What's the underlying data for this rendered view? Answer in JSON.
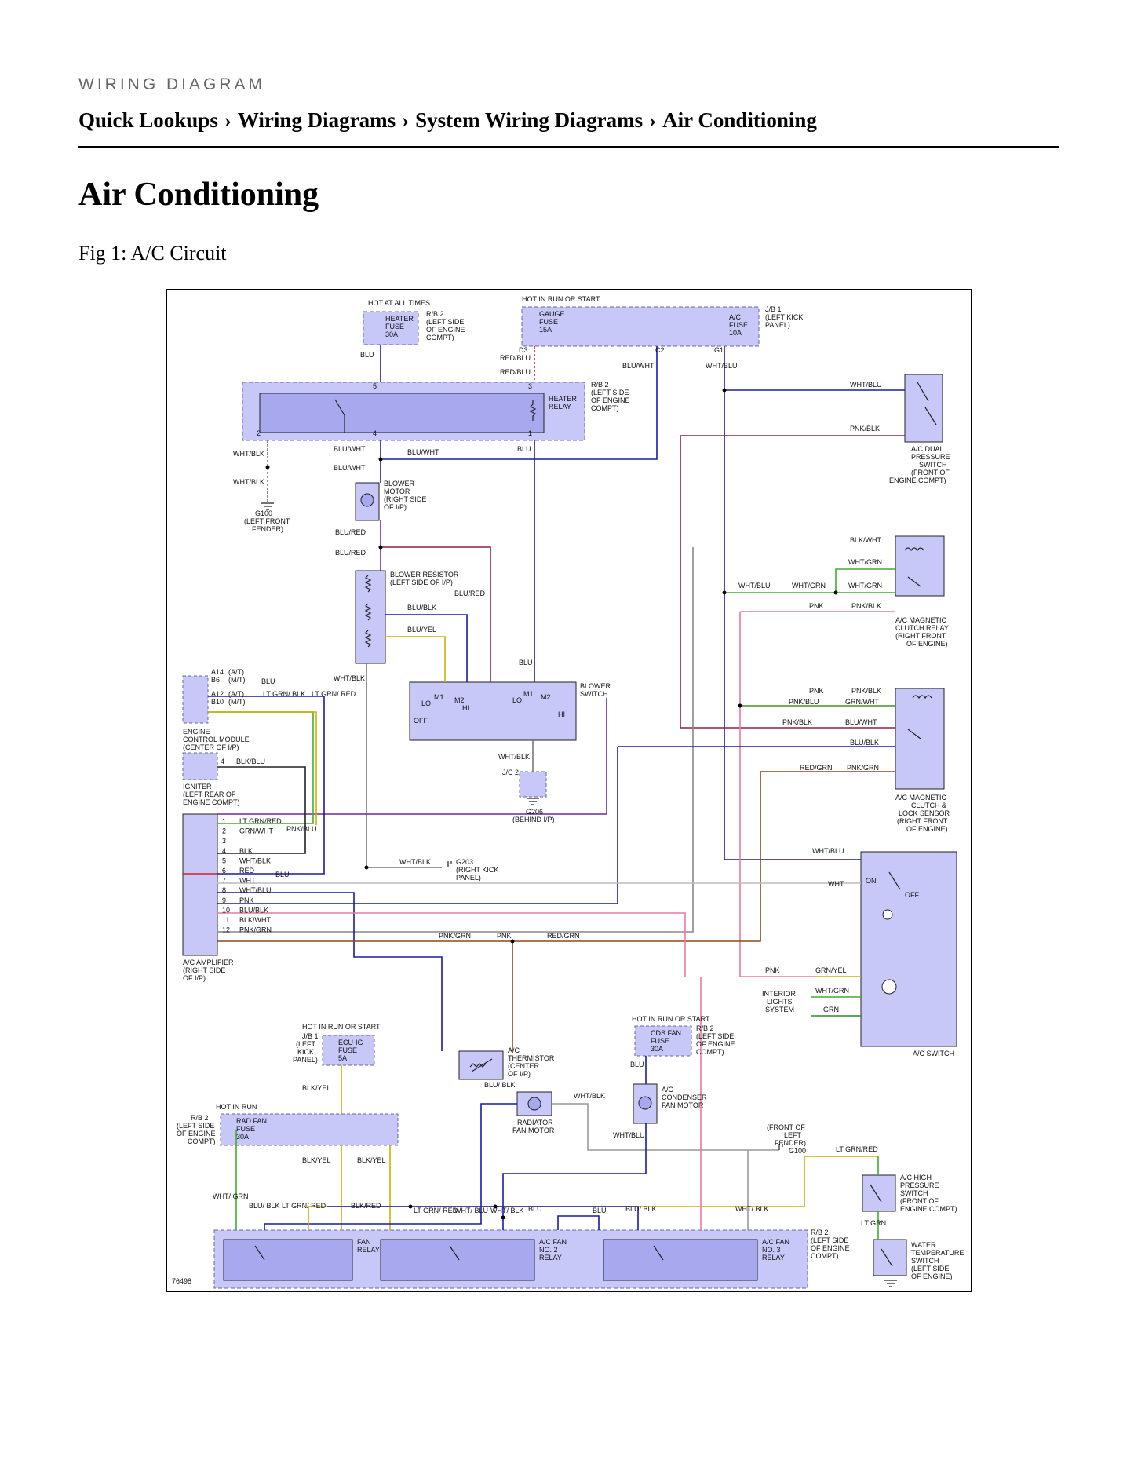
{
  "header": {
    "kicker": "WIRING DIAGRAM",
    "breadcrumb": [
      "Quick Lookups",
      "Wiring Diagrams",
      "System Wiring Diagrams",
      "Air Conditioning"
    ],
    "separator": "›"
  },
  "page": {
    "title": "Air Conditioning",
    "figure_caption": "Fig 1: A/C Circuit",
    "figure_id": "76498"
  },
  "colors": {
    "component_fill": "#c8c8f8",
    "component_fill_dark": "#a8a8ee",
    "wire_blue": "#1a1aa8",
    "wire_red": "#cc2222",
    "wire_green": "#44aa33",
    "wire_pink": "#e87aa0",
    "wire_brown": "#8a4a1a",
    "wire_yellow": "#c8b400",
    "wire_gray": "#888888",
    "wire_purple": "#6a2a9a",
    "wire_maroon": "#8a2240",
    "wire_black": "#222222"
  },
  "labels": {
    "hot_all_times": "HOT AT ALL TIMES",
    "hot_run_start": "HOT IN RUN OR START",
    "hot_run": "HOT IN RUN",
    "rb2_top": [
      "R/B 2",
      "(LEFT SIDE",
      "OF ENGINE",
      "COMPT)"
    ],
    "heater_fuse": [
      "HEATER",
      "FUSE",
      "30A"
    ],
    "gauge_fuse": [
      "GAUGE",
      "FUSE",
      "15A"
    ],
    "ac_fuse": [
      "A/C",
      "FUSE",
      "10A"
    ],
    "jb1": [
      "J/B 1",
      "(LEFT KICK",
      "PANEL)"
    ],
    "heater_relay": [
      "HEATER",
      "RELAY"
    ],
    "rb2_mid": [
      "R/B 2",
      "(LEFT SIDE",
      "OF ENGINE",
      "COMPT)"
    ],
    "blower_motor": [
      "BLOWER",
      "MOTOR",
      "(RIGHT SIDE",
      "OF I/P)"
    ],
    "g100": [
      "G100",
      "(LEFT FRONT",
      "FENDER)"
    ],
    "blower_resistor": [
      "BLOWER RESISTOR",
      "(LEFT SIDE OF I/P)"
    ],
    "blower_switch": [
      "BLOWER",
      "SWITCH"
    ],
    "g206": [
      "G206",
      "(BEHIND I/P)"
    ],
    "jc2": "J/C 2",
    "ecm": [
      "ENGINE",
      "CONTROL MODULE",
      "(CENTER OF I/P)"
    ],
    "igniter": [
      "IGNITER",
      "(LEFT REAR OF",
      "ENGINE COMPT)"
    ],
    "ac_amplifier": [
      "A/C AMPLIFIER",
      "(RIGHT SIDE",
      "OF I/P)"
    ],
    "g203": [
      "G203",
      "(RIGHT KICK",
      "PANEL)"
    ],
    "ac_dual_pressure": [
      "A/C DUAL",
      "PRESSURE",
      "SWITCH",
      "(FRONT OF",
      "ENGINE COMPT)"
    ],
    "mag_clutch_relay": [
      "A/C MAGNETIC",
      "CLUTCH RELAY",
      "(RIGHT FRONT",
      "OF ENGINE)"
    ],
    "mag_clutch_sensor": [
      "A/C MAGNETIC",
      "CLUTCH &",
      "LOCK SENSOR",
      "(RIGHT FRONT",
      "OF ENGINE)"
    ],
    "ac_switch": "A/C SWITCH",
    "switch_on": "ON",
    "switch_off": "OFF",
    "interior_lights": [
      "INTERIOR",
      "LIGHTS",
      "SYSTEM"
    ],
    "ecu_ig_fuse": [
      "ECU-IG",
      "FUSE",
      "5A"
    ],
    "jb1_kick": [
      "J/B 1",
      "(LEFT",
      "KICK",
      "PANEL)"
    ],
    "ac_thermistor": [
      "A/C",
      "THERMISTOR",
      "(CENTER",
      "OF I/P)"
    ],
    "cds_fan_fuse": [
      "CDS FAN",
      "FUSE",
      "30A"
    ],
    "rb2_cds": [
      "R/B 2",
      "(LEFT SIDE",
      "OF ENGINE",
      "COMPT)"
    ],
    "rad_fan_fuse": [
      "RAD FAN",
      "FUSE",
      "30A"
    ],
    "rb2_rad": [
      "R/B 2",
      "(LEFT SIDE",
      "OF ENGINE",
      "COMPT)"
    ],
    "radiator_fan_motor": [
      "RADIATOR",
      "FAN MOTOR"
    ],
    "condenser_fan_motor": [
      "A/C",
      "CONDENSER",
      "FAN MOTOR"
    ],
    "g100_front": [
      "(FRONT OF",
      "LEFT",
      "FENDER)",
      "G100"
    ],
    "ac_high_pressure": [
      "A/C HIGH",
      "PRESSURE",
      "SWITCH",
      "(FRONT OF",
      "ENGINE COMPT)"
    ],
    "water_temp_switch": [
      "WATER",
      "TEMPERATURE",
      "SWITCH",
      "(LEFT SIDE",
      "OF ENGINE)"
    ],
    "fan_relay": [
      "FAN",
      "RELAY"
    ],
    "ac_fan_relay2": [
      "A/C FAN",
      "NO. 2",
      "RELAY"
    ],
    "ac_fan_relay3": [
      "A/C FAN",
      "NO. 3",
      "RELAY"
    ],
    "rb2_bottom": [
      "R/B 2",
      "(LEFT SIDE",
      "OF ENGINE",
      "COMPT)"
    ],
    "ecm_pins": [
      "A14",
      "B6",
      "A12",
      "B10"
    ],
    "ecm_mode": [
      "(A/T)",
      "(M/T)",
      "(A/T)",
      "(M/T)"
    ],
    "lo": "LO",
    "hi": "HI",
    "off": "OFF",
    "m1": "M1",
    "m2": "M2"
  },
  "wire_labels": {
    "blu": "BLU",
    "red_blu": "RED/BLU",
    "blu_wht": "BLU/WHT",
    "wht_blu": "WHT/BLU",
    "wht_blk": "WHT/BLK",
    "blu_red": "BLU/RED",
    "blu_blk": "BLU/BLK",
    "blu_yel": "BLU/YEL",
    "pnk_blk": "PNK/BLK",
    "blk_wht": "BLK/WHT",
    "wht_grn": "WHT/GRN",
    "pnk": "PNK",
    "pnk_blu": "PNK/BLU",
    "grn_wht": "GRN/WHT",
    "red_grn": "RED/GRN",
    "pnk_grn": "PNK/GRN",
    "lt_grn_blk": "LT GRN/ BLK",
    "lt_grn_red": "LT GRN/RED",
    "red": "RED",
    "blk_blu": "BLK/BLU",
    "blk": "BLK",
    "wht": "WHT",
    "grn_yel": "GRN/YEL",
    "grn": "GRN",
    "blk_yel": "BLK/YEL",
    "blk_red": "BLK/RED",
    "lt_grn": "LT GRN",
    "wht_grn_slash": "WHT/ GRN",
    "blu_blk_slash": "BLU/ BLK",
    "wht_blu_slash": "WHT/ BLU",
    "wht_blk_slash": "WHT/ BLK",
    "wht_blu2": "WHT/ BLU",
    "lt_grn_slash_red": "LT GRN/ RED"
  },
  "amplifier_pins": [
    {
      "n": "1",
      "wire": "LT GRN/RED"
    },
    {
      "n": "2",
      "wire": "GRN/WHT"
    },
    {
      "n": "3",
      "wire": ""
    },
    {
      "n": "4",
      "wire": "BLK"
    },
    {
      "n": "5",
      "wire": "WHT/BLK"
    },
    {
      "n": "6",
      "wire": "RED"
    },
    {
      "n": "7",
      "wire": "WHT"
    },
    {
      "n": "8",
      "wire": "WHT/BLU"
    },
    {
      "n": "9",
      "wire": "PNK"
    },
    {
      "n": "10",
      "wire": "BLU/BLK"
    },
    {
      "n": "11",
      "wire": "BLK/WHT"
    },
    {
      "n": "12",
      "wire": "PNK/GRN"
    }
  ],
  "pin_numbers": [
    "1",
    "2",
    "3",
    "4",
    "5",
    "6",
    "7",
    "8"
  ],
  "connectors": {
    "d3": "D3",
    "c2": "C2",
    "g1": "G1"
  }
}
